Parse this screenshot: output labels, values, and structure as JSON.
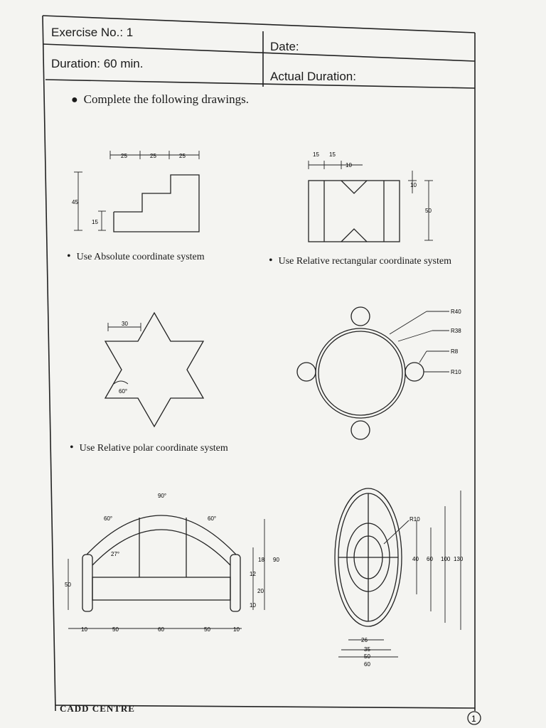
{
  "header": {
    "exercise_label": "Exercise No.: 1",
    "date_label": "Date:",
    "duration_label": "Duration: 60 min.",
    "actual_duration_label": "Actual Duration:"
  },
  "instruction": "Complete the following drawings.",
  "captions": {
    "absolute": "Use Absolute coordinate system",
    "relative_rect": "Use Relative rectangular coordinate system",
    "relative_polar": "Use Relative polar coordinate system"
  },
  "drawing1": {
    "dims": [
      "25",
      "25",
      "25",
      "45",
      "15"
    ]
  },
  "drawing2": {
    "dims": [
      "15",
      "15",
      "10",
      "10",
      "50"
    ]
  },
  "drawing3": {
    "dims": [
      "30",
      "60°"
    ]
  },
  "drawing4": {
    "dims": [
      "R40",
      "R38",
      "R8",
      "R10"
    ]
  },
  "drawing5": {
    "dims": [
      "90°",
      "60°",
      "60°",
      "27°",
      "50",
      "18",
      "90",
      "12",
      "20",
      "10",
      "10",
      "50",
      "60",
      "50",
      "10"
    ]
  },
  "drawing6": {
    "dims": [
      "R10",
      "40",
      "60",
      "100",
      "130",
      "26",
      "35",
      "50",
      "60"
    ]
  },
  "footer": {
    "logo_text": "CADD CENTRE",
    "page_number": "1"
  }
}
